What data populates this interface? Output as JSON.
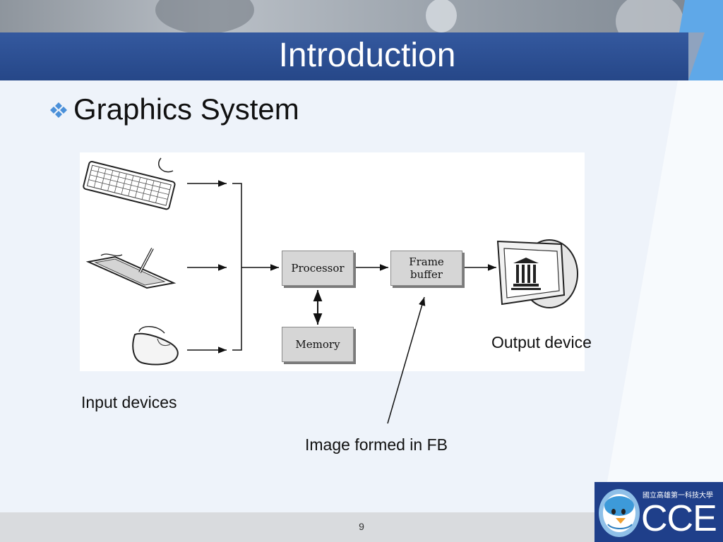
{
  "slide": {
    "title": "Introduction",
    "bullet": "Graphics System",
    "page_number": "9"
  },
  "diagram": {
    "nodes": {
      "processor": "Processor",
      "frame_buffer": "Frame\nbuffer",
      "memory": "Memory"
    },
    "labels": {
      "input_devices": "Input devices",
      "output_device": "Output device",
      "image_formed": "Image formed in FB"
    },
    "icons": [
      "keyboard-icon",
      "tablet-icon",
      "mouse-icon",
      "monitor-icon"
    ]
  },
  "logo": {
    "chinese_name": "國立高雄第一科技大學",
    "abbr": "CCE"
  },
  "colors": {
    "title_bar": "#2b4d96",
    "accent": "#5fa8e8",
    "logo_bg": "#1f3f8a"
  }
}
